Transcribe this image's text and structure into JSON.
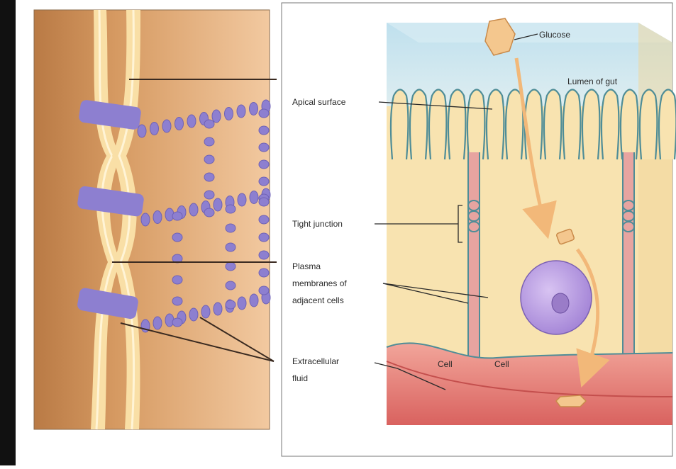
{
  "labels": {
    "glucose": "Glucose",
    "lumen": "Lumen of gut",
    "apical_surface": "Apical surface",
    "tight_junction": "Tight junction",
    "plasma_line1": "Plasma",
    "plasma_line2": "membranes of",
    "plasma_line3": "adjacent cells",
    "extracellular_line1": "Extracellular",
    "extracellular_line2": "fluid",
    "cell_left": "Cell",
    "cell_right": "Cell"
  },
  "colors": {
    "membrane": "#4f8d97",
    "cytoplasm": "#f8e3b0",
    "lumen": "#cfe6ef",
    "blood": "#e88a86",
    "protein": "#8d7fd0",
    "nucleus": "#b89be0",
    "glucose": "#f4c78e"
  }
}
